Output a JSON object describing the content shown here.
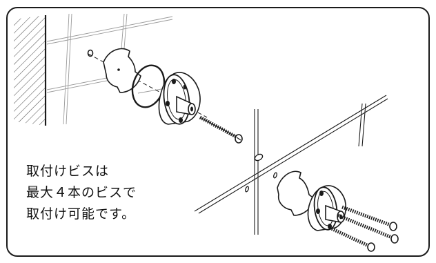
{
  "caption": {
    "line1": "取付けビスは",
    "line2": "最大４本のビスで",
    "line3": "取付け可能です。"
  },
  "colors": {
    "line": "#1a1a1a",
    "tile_line": "#9a9a9a",
    "background": "#ffffff"
  }
}
